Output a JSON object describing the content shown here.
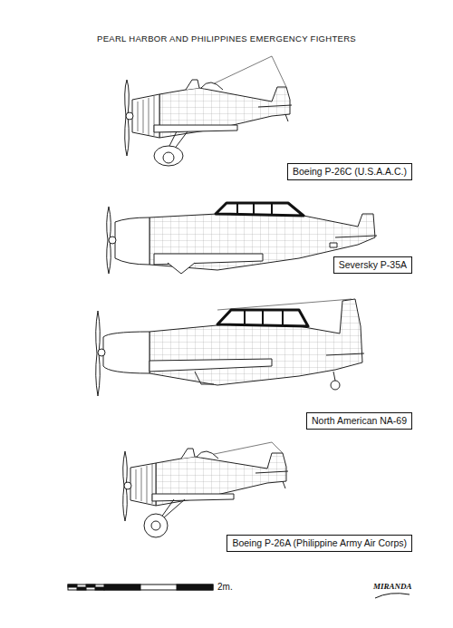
{
  "diagram": {
    "title": "PEARL HARBOR AND PHILIPPINES EMERGENCY FIGHTERS",
    "nodes": [
      {
        "text": [
          "Boeing P-26C (U.S.A.A.C.)"
        ]
      },
      {
        "text": [
          "Seversky P-35A"
        ]
      },
      {
        "text": [
          "North American NA-69"
        ]
      },
      {
        "text": [
          "Boeing P-26A (Philippine Army Air Corps)"
        ]
      }
    ],
    "labels": [
      "2m.",
      "MIRANDA"
    ]
  }
}
